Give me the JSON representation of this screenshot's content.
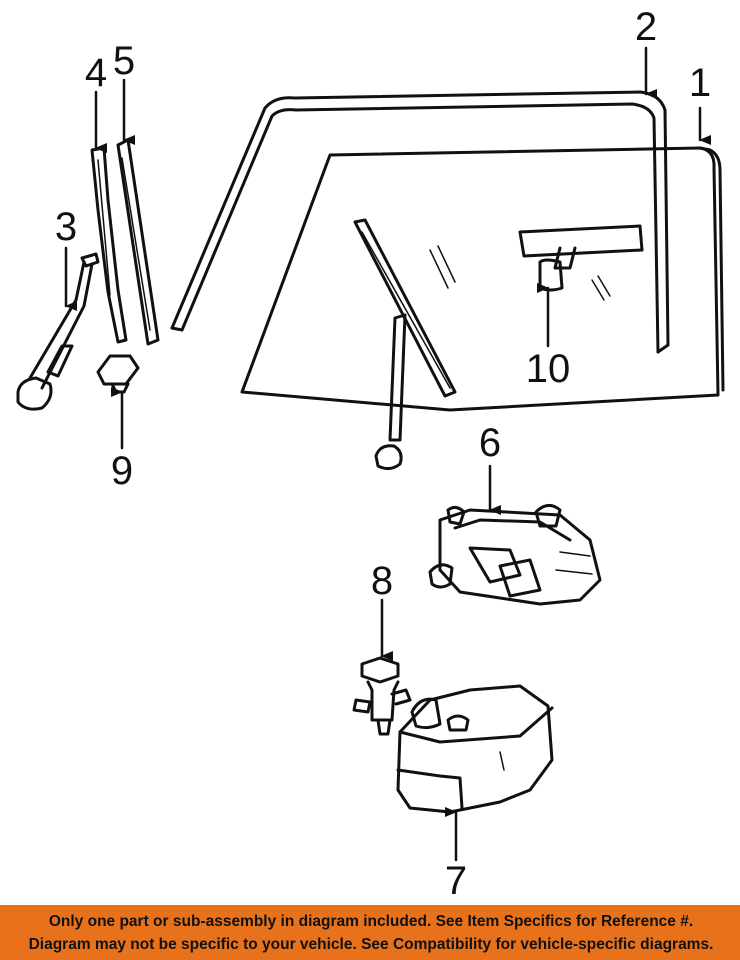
{
  "callouts": {
    "c1": "1",
    "c2": "2",
    "c3": "3",
    "c4": "4",
    "c5": "5",
    "c6": "6",
    "c7": "7",
    "c8": "8",
    "c9": "9",
    "c10": "10"
  },
  "banner": {
    "line1": "Only one part or sub-assembly in diagram included. See Item Specifics for Reference #.",
    "line2": "Diagram may not be specific to your vehicle. See Compatibility for vehicle-specific diagrams.",
    "background_color": "#e8721c"
  }
}
